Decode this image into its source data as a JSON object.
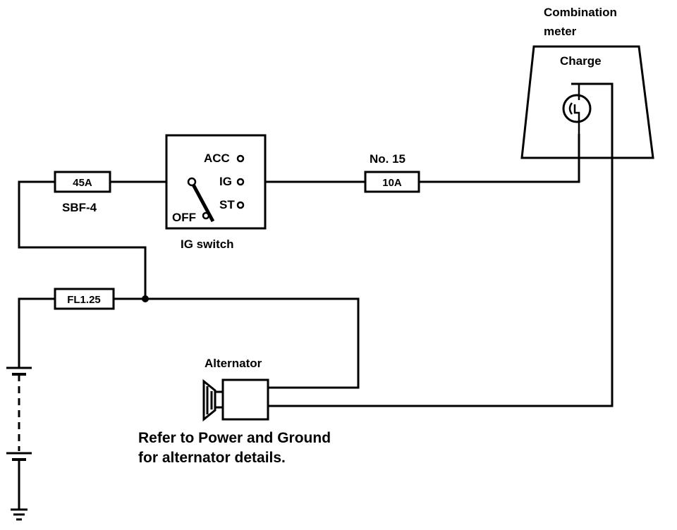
{
  "combination_meter": {
    "title_line1": "Combination",
    "title_line2": "meter",
    "lamp_label": "Charge"
  },
  "ig_switch": {
    "label": "IG switch",
    "acc": "ACC",
    "ig": "IG",
    "st": "ST",
    "off": "OFF"
  },
  "fuse_sbf": {
    "rating": "45A",
    "name": "SBF-4"
  },
  "fuse_no15": {
    "name": "No. 15",
    "rating": "10A"
  },
  "fusible_link": {
    "label": "FL1.25"
  },
  "alternator": {
    "label": "Alternator"
  },
  "note": {
    "line1": "Refer to Power and Ground",
    "line2": "for alternator details."
  }
}
